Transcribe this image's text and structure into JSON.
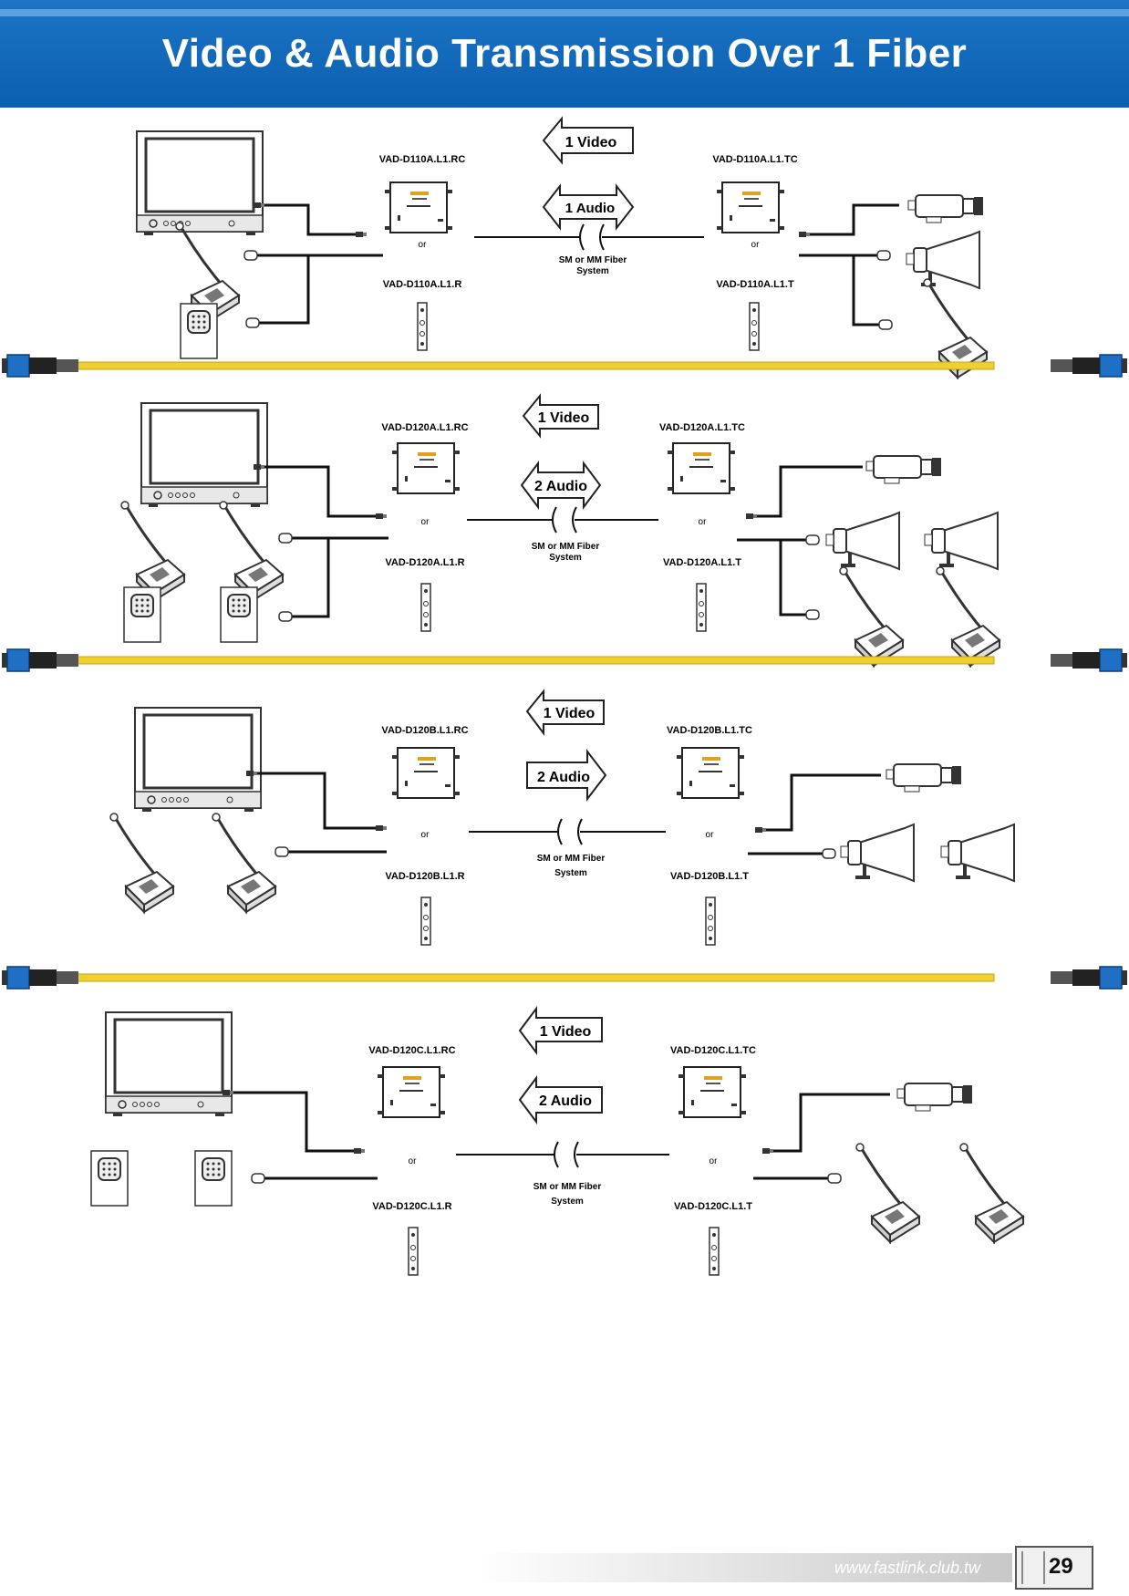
{
  "header": {
    "title": "Video & Audio Transmission Over 1 Fiber"
  },
  "sections": [
    {
      "rc": "VAD-D110A.L1.RC",
      "r": "VAD-D110A.L1.R",
      "tc": "VAD-D110A.L1.TC",
      "t": "VAD-D110A.L1.T",
      "video": "1 Video",
      "audio": "1 Audio",
      "or": "or",
      "fiber1": "SM or MM Fiber",
      "fiber2": "System"
    },
    {
      "rc": "VAD-D120A.L1.RC",
      "r": "VAD-D120A.L1.R",
      "tc": "VAD-D120A.L1.TC",
      "t": "VAD-D120A.L1.T",
      "video": "1 Video",
      "audio": "2 Audio",
      "or": "or",
      "fiber1": "SM or MM Fiber",
      "fiber2": "System"
    },
    {
      "rc": "VAD-D120B.L1.RC",
      "r": "VAD-D120B.L1.R",
      "tc": "VAD-D120B.L1.TC",
      "t": "VAD-D120B.L1.T",
      "video": "1 Video",
      "audio": "2 Audio",
      "or": "or",
      "fiber1": "SM or MM Fiber",
      "fiber2": "System"
    },
    {
      "rc": "VAD-D120C.L1.RC",
      "r": "VAD-D120C.L1.R",
      "tc": "VAD-D120C.L1.TC",
      "t": "VAD-D120C.L1.T",
      "video": "1 Video",
      "audio": "2 Audio",
      "or": "or",
      "fiber1": "SM or MM Fiber",
      "fiber2": "System"
    }
  ],
  "footer": {
    "url": "www.fastlink.club.tw",
    "page": "29"
  }
}
